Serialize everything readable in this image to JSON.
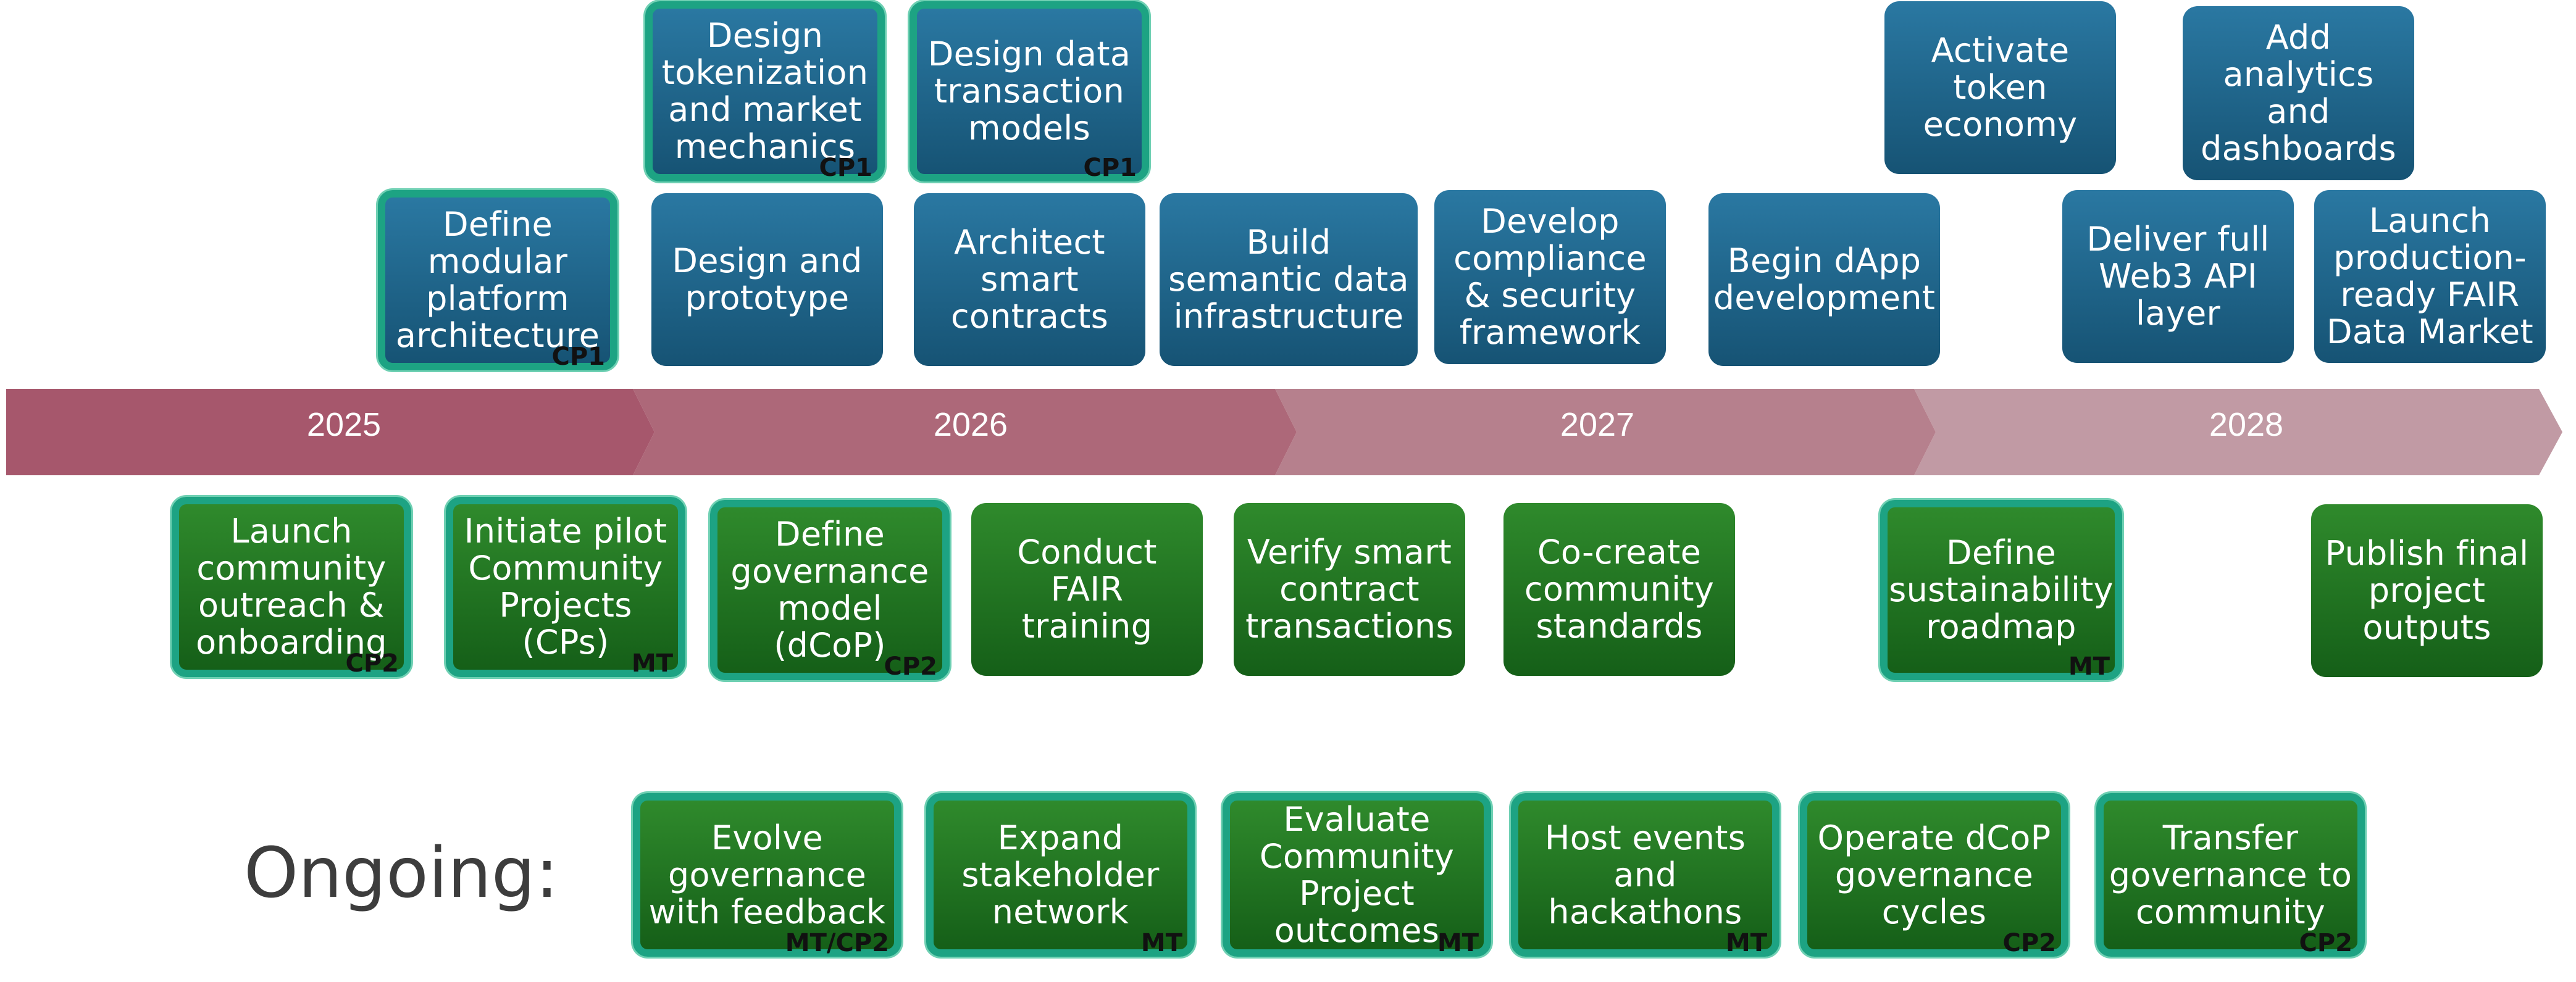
{
  "colors": {
    "blue_box": "#1c6187",
    "green_box": "#1f6f1f",
    "highlight_border": "#1da383",
    "arrow_1": "#a6576c",
    "arrow_2": "#ad6879",
    "arrow_3": "#b6808d",
    "arrow_4": "#c19aa4",
    "tag_text": "#111111",
    "ongoing_text": "#3d3d3d"
  },
  "timeline": {
    "years": [
      "2025",
      "2026",
      "2027",
      "2028"
    ]
  },
  "top_boxes": [
    {
      "text": "Design\ntokenization\nand market\nmechanics",
      "tag": "CP1"
    },
    {
      "text": "Design data\ntransaction\nmodels",
      "tag": "CP1"
    },
    {
      "text": "Activate\ntoken\neconomy",
      "tag": ""
    },
    {
      "text": "Add\nanalytics\nand\ndashboards",
      "tag": ""
    },
    {
      "text": "Define\nmodular\nplatform\narchitecture",
      "tag": "CP1"
    },
    {
      "text": "Design and\nprototype",
      "tag": ""
    },
    {
      "text": "Architect\nsmart\ncontracts",
      "tag": ""
    },
    {
      "text": "Build\nsemantic data\ninfrastructure",
      "tag": ""
    },
    {
      "text": "Develop\ncompliance\n& security\nframework",
      "tag": ""
    },
    {
      "text": "Begin dApp\ndevelopment",
      "tag": ""
    },
    {
      "text": "Deliver full\nWeb3 API\nlayer",
      "tag": ""
    },
    {
      "text": "Launch\nproduction-\nready FAIR\nData Market",
      "tag": ""
    }
  ],
  "bottom_boxes": [
    {
      "text": "Launch\ncommunity\noutreach &\nonboarding",
      "tag": "CP2"
    },
    {
      "text": "Initiate pilot\nCommunity\nProjects\n(CPs)",
      "tag": "MT"
    },
    {
      "text": "Define\ngovernance\nmodel\n(dCoP)",
      "tag": "CP2"
    },
    {
      "text": "Conduct\nFAIR\ntraining",
      "tag": ""
    },
    {
      "text": "Verify smart\ncontract\ntransactions",
      "tag": ""
    },
    {
      "text": "Co-create\ncommunity\nstandards",
      "tag": ""
    },
    {
      "text": "Define\nsustainability\nroadmap",
      "tag": "MT"
    },
    {
      "text": "Publish final\nproject\noutputs",
      "tag": ""
    }
  ],
  "ongoing": {
    "label": "Ongoing:",
    "boxes": [
      {
        "text": "Evolve\ngovernance\nwith feedback",
        "tag": "MT/CP2"
      },
      {
        "text": "Expand\nstakeholder\nnetwork",
        "tag": "MT"
      },
      {
        "text": "Evaluate\nCommunity\nProject\noutcomes",
        "tag": "MT"
      },
      {
        "text": "Host events\nand\nhackathons",
        "tag": "MT"
      },
      {
        "text": "Operate dCoP\ngovernance\ncycles",
        "tag": "CP2"
      },
      {
        "text": "Transfer\ngovernance to\ncommunity",
        "tag": "CP2"
      }
    ]
  }
}
